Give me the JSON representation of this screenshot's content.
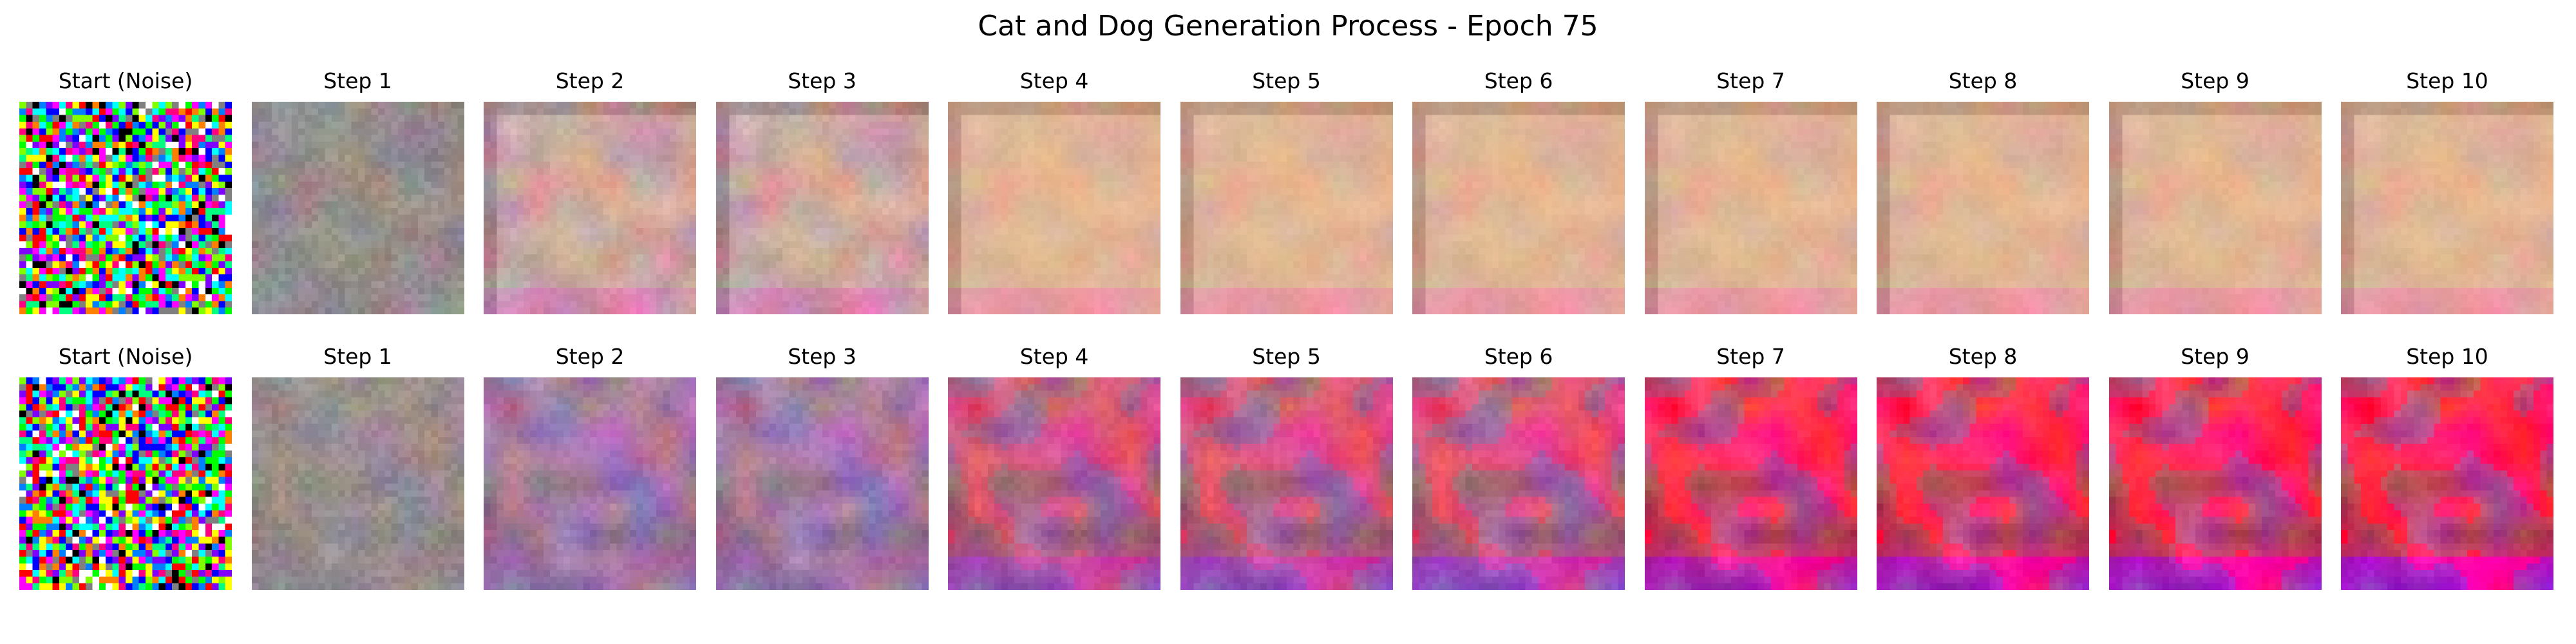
{
  "figure": {
    "title": "Cat and Dog Generation Process - Epoch 75"
  },
  "rows": [
    {
      "panels": [
        {
          "title": "Start (Noise)",
          "image": "random-noise"
        },
        {
          "title": "Step 1",
          "image": "grey-blurred-noise"
        },
        {
          "title": "Step 2",
          "image": "pinkish-blur"
        },
        {
          "title": "Step 3",
          "image": "pinkish-blur"
        },
        {
          "title": "Step 4",
          "image": "peach-blur"
        },
        {
          "title": "Step 5",
          "image": "peach-blur"
        },
        {
          "title": "Step 6",
          "image": "peach-blur"
        },
        {
          "title": "Step 7",
          "image": "peach-blur"
        },
        {
          "title": "Step 8",
          "image": "peach-blur"
        },
        {
          "title": "Step 9",
          "image": "peach-blur"
        },
        {
          "title": "Step 10",
          "image": "peach-blur"
        }
      ]
    },
    {
      "panels": [
        {
          "title": "Start (Noise)",
          "image": "random-noise"
        },
        {
          "title": "Step 1",
          "image": "grey-blurred-noise"
        },
        {
          "title": "Step 2",
          "image": "purple-blur"
        },
        {
          "title": "Step 3",
          "image": "purple-blur"
        },
        {
          "title": "Step 4",
          "image": "purple-red-blur"
        },
        {
          "title": "Step 5",
          "image": "purple-red-blur"
        },
        {
          "title": "Step 6",
          "image": "purple-red-blur"
        },
        {
          "title": "Step 7",
          "image": "red-blue-blur"
        },
        {
          "title": "Step 8",
          "image": "red-blue-blur"
        },
        {
          "title": "Step 9",
          "image": "red-blue-blur"
        },
        {
          "title": "Step 10",
          "image": "red-blue-blur"
        }
      ]
    }
  ]
}
